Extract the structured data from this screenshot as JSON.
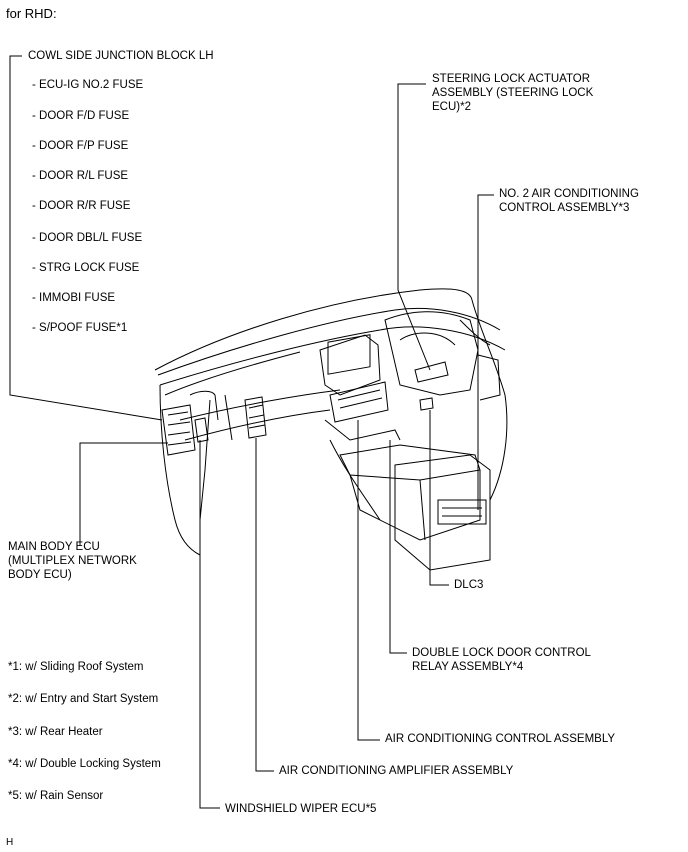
{
  "header": {
    "title": "for RHD:"
  },
  "junction_block": {
    "title": "COWL SIDE JUNCTION BLOCK LH",
    "fuses": [
      "- ECU-IG NO.2 FUSE",
      "- DOOR F/D FUSE",
      "- DOOR F/P FUSE",
      "- DOOR R/L FUSE",
      "- DOOR R/R FUSE",
      "- DOOR DBL/L FUSE",
      "- STRG LOCK FUSE",
      "- IMMOBI FUSE",
      "- S/POOF FUSE*1"
    ]
  },
  "callouts": {
    "steering_lock": "STEERING LOCK ACTUATOR\nASSEMBLY (STEERING LOCK\nECU)*2",
    "no2_ac": "NO. 2 AIR CONDITIONING\nCONTROL ASSEMBLY*3",
    "main_body_ecu": "MAIN BODY ECU\n(MULTIPLEX NETWORK\nBODY ECU)",
    "dlc3": "DLC3",
    "double_lock_relay": "DOUBLE LOCK DOOR CONTROL\nRELAY ASSEMBLY*4",
    "ac_control": "AIR CONDITIONING CONTROL ASSEMBLY",
    "ac_amplifier": "AIR CONDITIONING AMPLIFIER ASSEMBLY",
    "wiper_ecu": "WINDSHIELD WIPER ECU*5"
  },
  "notes": [
    "*1: w/ Sliding Roof System",
    "*2: w/ Entry and Start System",
    "*3: w/ Rear Heater",
    "*4: w/ Double Locking System",
    "*5: w/ Rain Sensor"
  ],
  "footer": {
    "code": "H"
  }
}
